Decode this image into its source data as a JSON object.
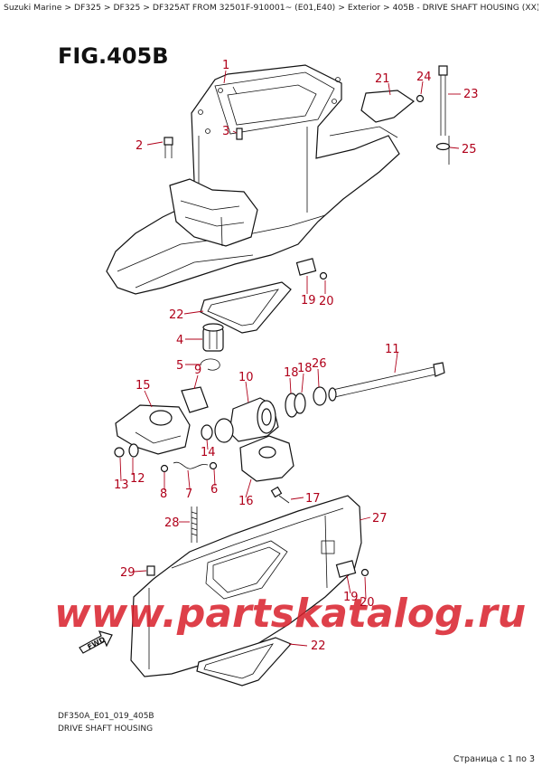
{
  "breadcrumb": {
    "items": [
      "Suzuki Marine",
      "DF325",
      "DF325",
      "DF325AT FROM 32501F-910001~  (E01,E40)",
      "Exterior",
      "405B - DRIVE SHAFT HOUSING (XX)"
    ],
    "separator": " > "
  },
  "figure": {
    "title": "FIG.405B",
    "code": "DF350A_E01_019_405B",
    "caption": "DRIVE SHAFT HOUSING"
  },
  "watermark": "www.partskatalog.ru",
  "fwd_label": "FWD",
  "pager": "Страница с 1 по 3",
  "callouts": [
    "1",
    "2",
    "3",
    "4",
    "5",
    "6",
    "7",
    "8",
    "9",
    "10",
    "11",
    "12",
    "13",
    "14",
    "15",
    "16",
    "17",
    "18",
    "18",
    "19",
    "19",
    "20",
    "20",
    "21",
    "22",
    "22",
    "23",
    "24",
    "25",
    "26",
    "27",
    "28",
    "29"
  ],
  "colors": {
    "callout": "#b0001a",
    "watermark": "#d81e2a",
    "line": "#111111"
  }
}
